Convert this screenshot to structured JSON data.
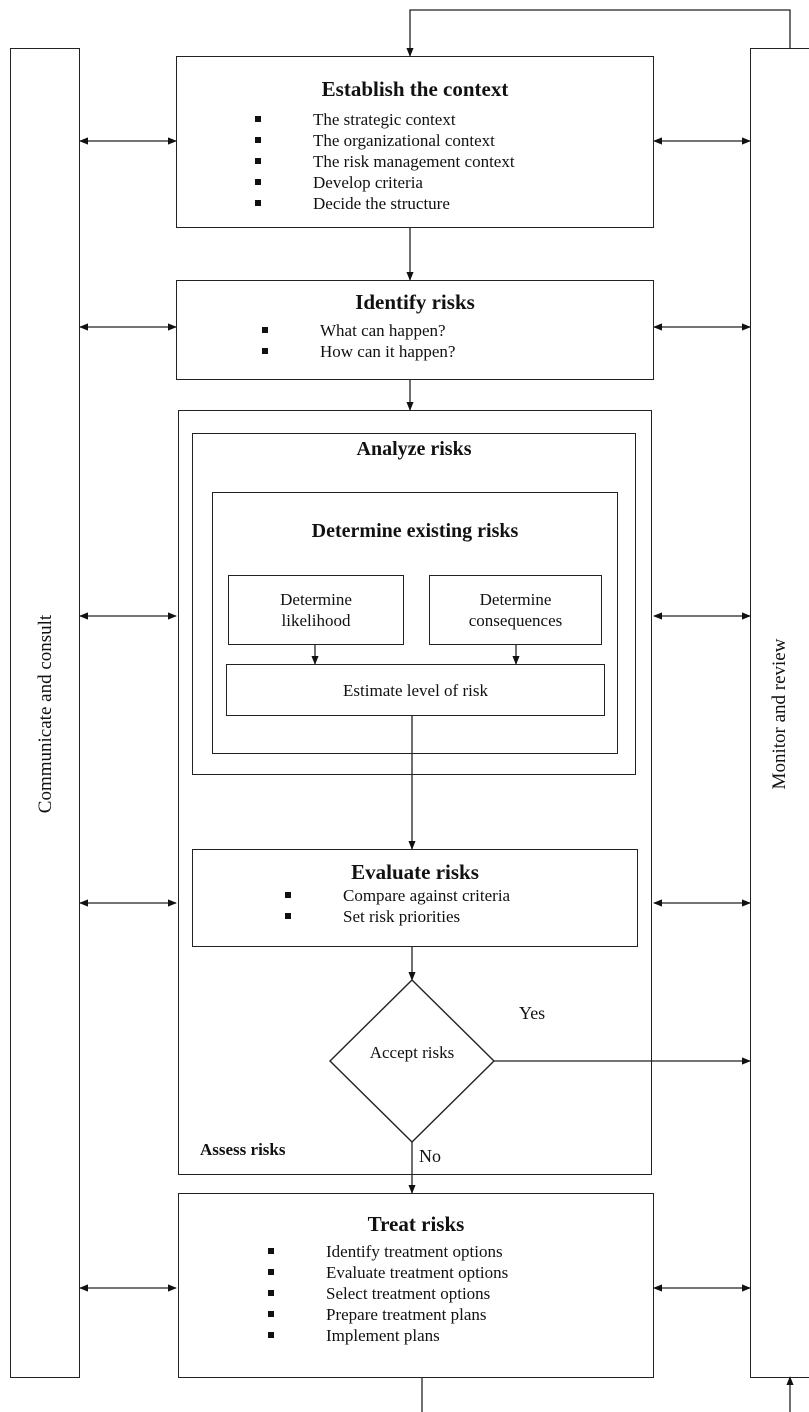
{
  "side_panels": {
    "left_label": "Communicate and consult",
    "right_label": "Monitor and review"
  },
  "establish": {
    "title": "Establish the context",
    "items": [
      "The strategic context",
      "The organizational context",
      "The risk management context",
      "Develop criteria",
      "Decide the structure"
    ]
  },
  "identify": {
    "title": "Identify risks",
    "items": [
      "What can happen?",
      "How can it happen?"
    ]
  },
  "assess": {
    "label": "Assess risks",
    "analyze": {
      "title": "Analyze risks",
      "existing": {
        "title": "Determine existing risks",
        "likelihood": "Determine likelihood",
        "consequences": "Determine consequences",
        "estimate": "Estimate level of risk"
      }
    },
    "evaluate": {
      "title": "Evaluate risks",
      "items": [
        "Compare against criteria",
        "Set risk priorities"
      ]
    },
    "decision": {
      "label": "Accept risks",
      "yes": "Yes",
      "no": "No"
    }
  },
  "treat": {
    "title": "Treat risks",
    "items": [
      "Identify treatment options",
      "Evaluate treatment options",
      "Select treatment options",
      "Prepare treatment plans",
      "Implement plans"
    ]
  }
}
